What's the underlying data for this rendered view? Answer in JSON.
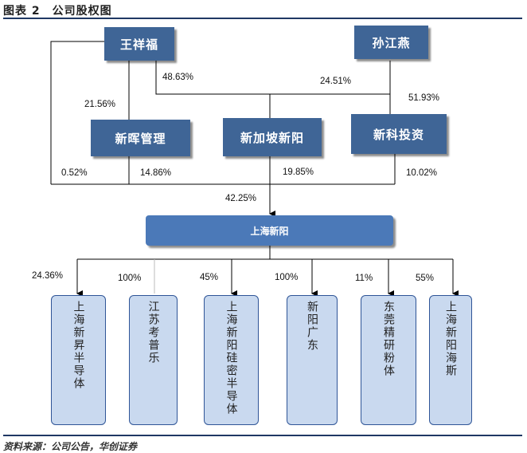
{
  "figure_title": "图表 2　公司股权图",
  "shareholders": {
    "wang": "王祥福",
    "sun": "孙江燕",
    "xinhui": "新晖管理",
    "singapore": "新加坡新阳",
    "xinke": "新科投资"
  },
  "company": "上海新阳",
  "percentages": {
    "wang_to_singapore": "48.63%",
    "sun_to_singapore": "24.51%",
    "wang_to_xinhui": "21.56%",
    "sun_to_xinke": "51.93%",
    "wang_direct": "0.52%",
    "xinhui_direct": "14.86%",
    "singapore_direct": "19.85%",
    "xinke_direct": "10.02%",
    "total": "42.25%"
  },
  "subsidiaries": [
    {
      "name": "上海新昇半导体",
      "pct": "24.36%"
    },
    {
      "name": "江苏考普乐",
      "pct": "100%"
    },
    {
      "name": "上海新阳硅密半导体",
      "pct": "45%"
    },
    {
      "name": "新阳广东",
      "pct": "100%"
    },
    {
      "name": "东莞精研粉体",
      "pct": "11%"
    },
    {
      "name": "上海新阳海斯",
      "pct": "55%"
    }
  ],
  "source": "资料来源：公司公告，华创证券"
}
